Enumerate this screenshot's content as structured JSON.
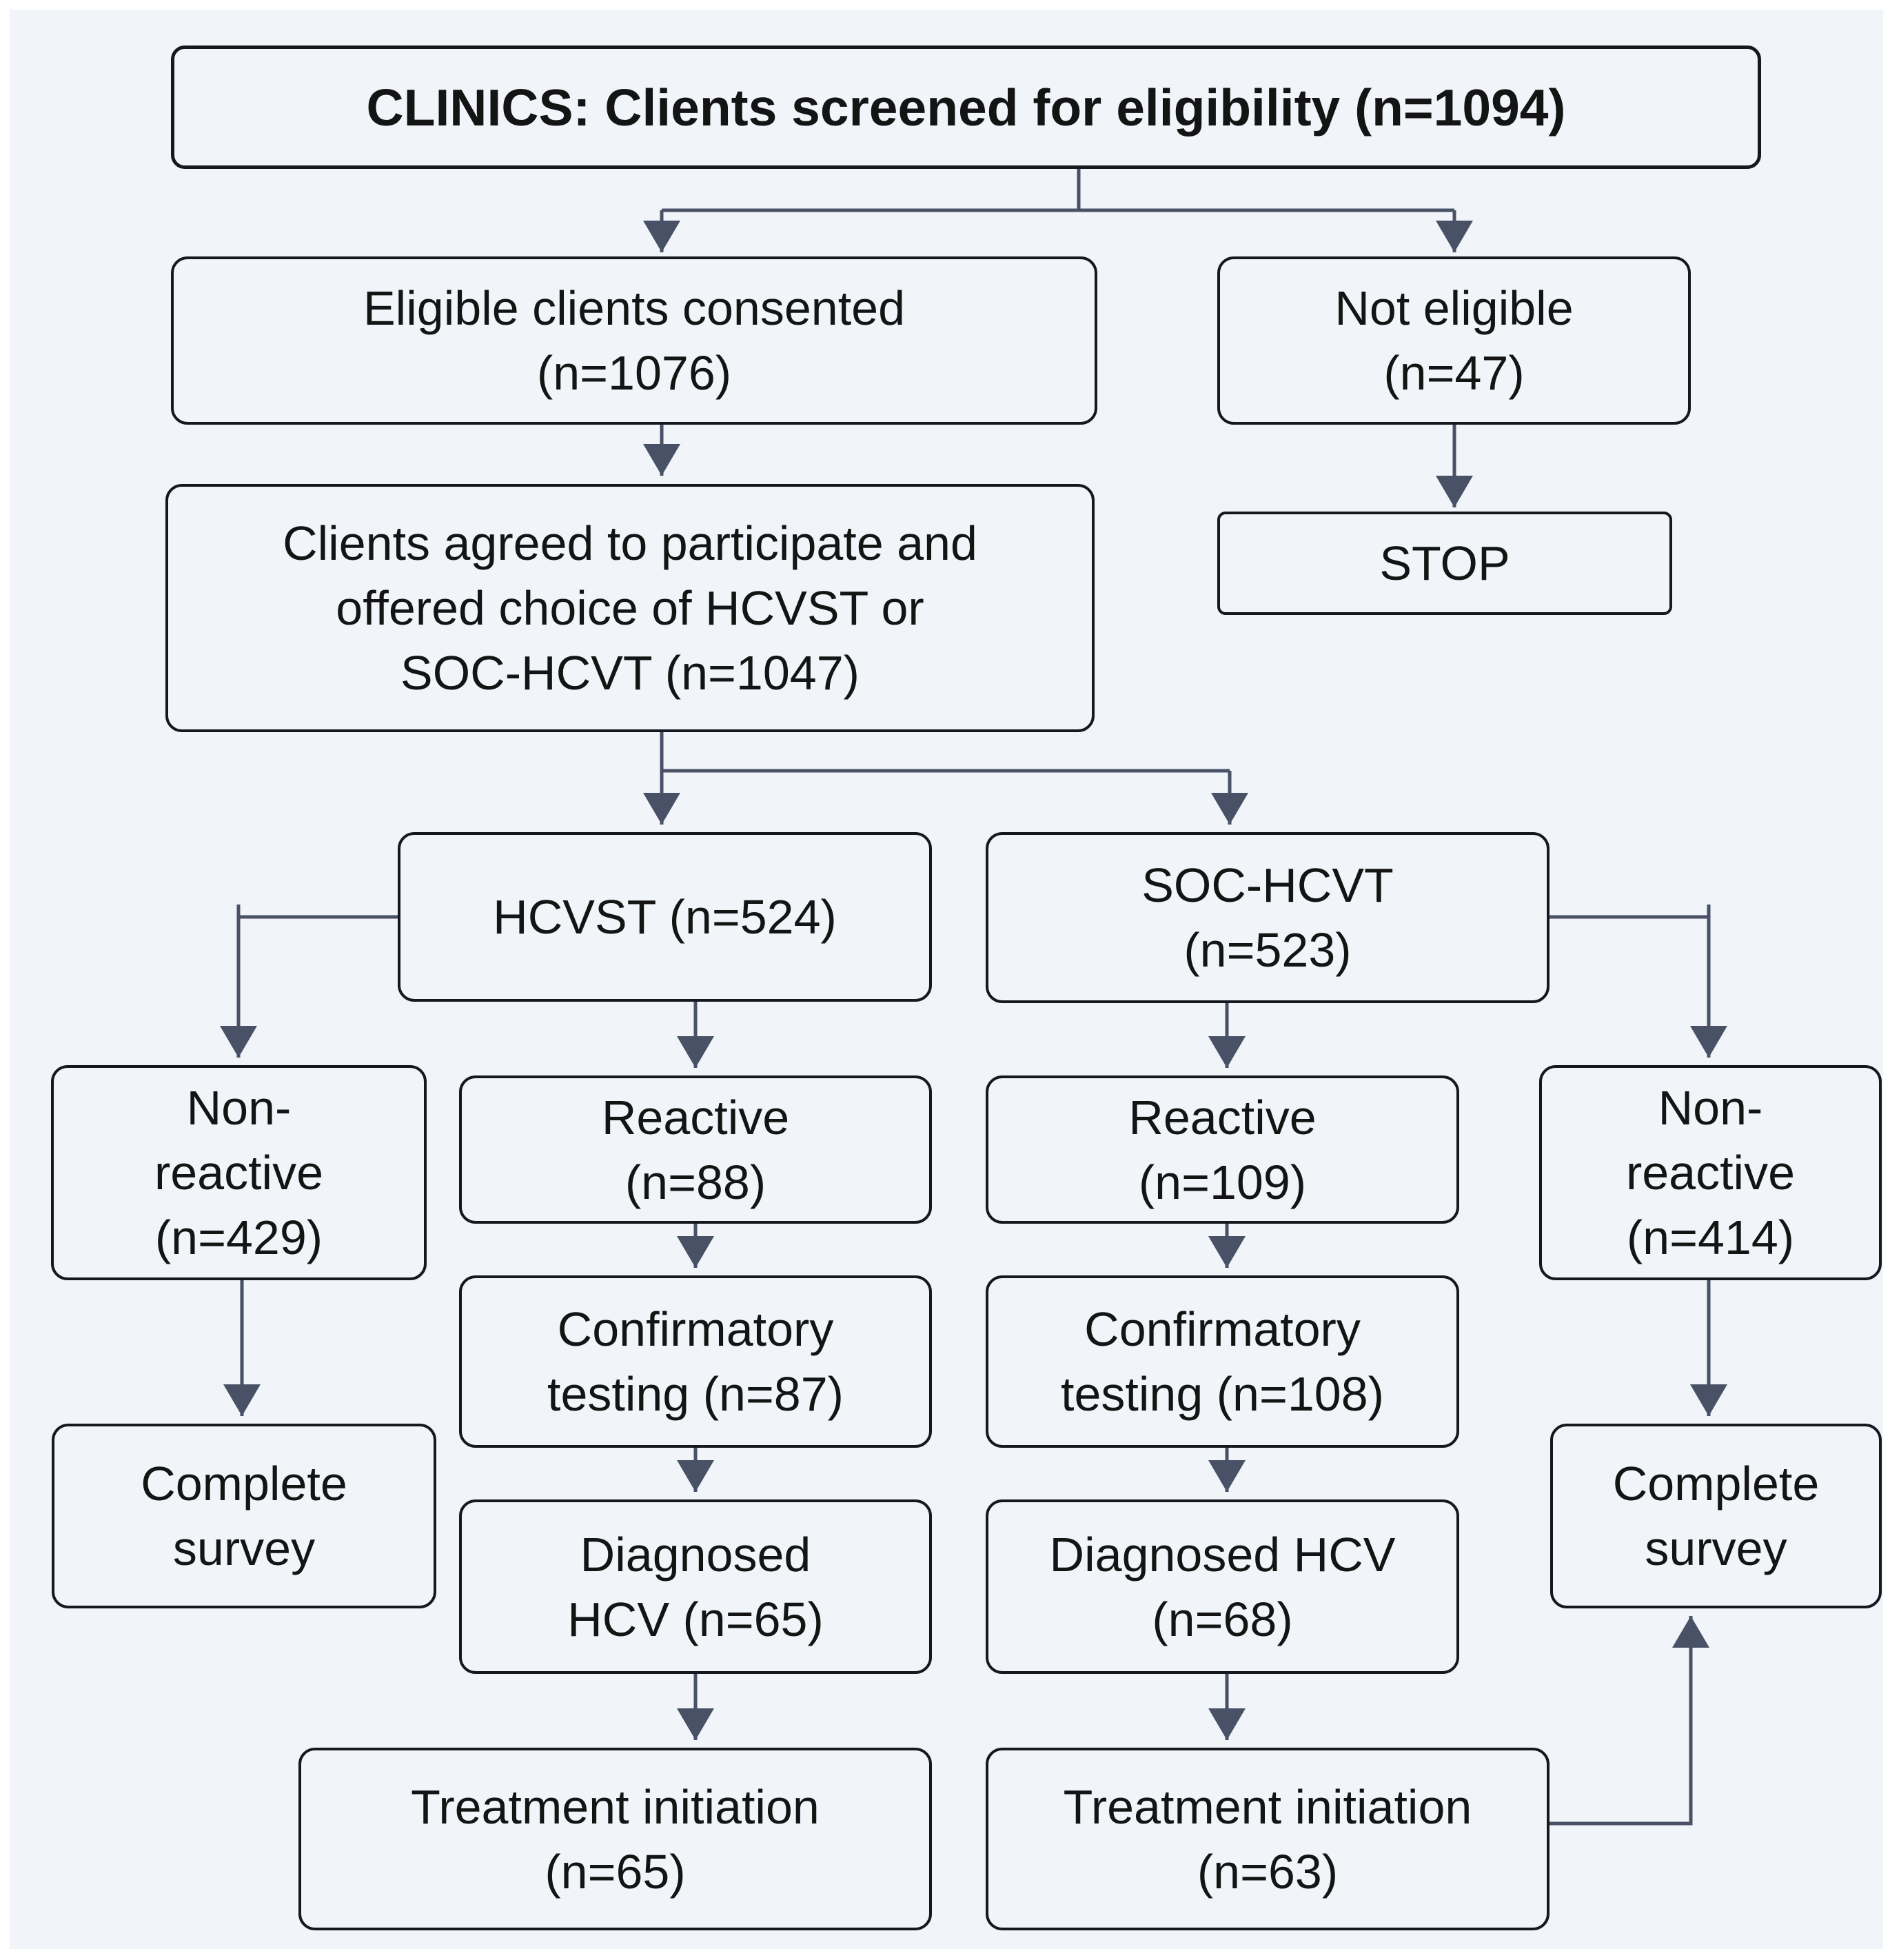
{
  "theme": {
    "background": "#ffffff",
    "canvas": "#f1f4f9",
    "box_fill": "#f1f4f9",
    "border": "#14181f",
    "line": "#485166",
    "text": "#141414"
  },
  "diagram": {
    "type": "flowchart",
    "title": "CLINICS: Clients screened for eligibility (n=1094)"
  },
  "nodes": {
    "clinics": {
      "lines": [
        "CLINICS: Clients screened for eligibility (n=1094)"
      ],
      "n": 1094
    },
    "eligible": {
      "lines": [
        "Eligible clients consented",
        "(n=1076)"
      ],
      "n": 1076
    },
    "not_eligible": {
      "lines": [
        "Not eligible",
        "(n=47)"
      ],
      "n": 47
    },
    "agreed": {
      "lines": [
        "Clients agreed to participate and",
        "offered choice of HCVST or",
        "SOC-HCVT (n=1047)"
      ],
      "n": 1047
    },
    "stop": {
      "lines": [
        "STOP"
      ]
    },
    "hcvst": {
      "lines": [
        "HCVST (n=524)"
      ],
      "n": 524
    },
    "soc_hcvt": {
      "lines": [
        "SOC-HCVT",
        "(n=523)"
      ],
      "n": 523
    },
    "nonreactive_hcvst": {
      "lines": [
        "Non-",
        "reactive",
        "(n=429)"
      ],
      "n": 429
    },
    "reactive_hcvst": {
      "lines": [
        "Reactive",
        "(n=88)"
      ],
      "n": 88
    },
    "reactive_soc": {
      "lines": [
        "Reactive",
        "(n=109)"
      ],
      "n": 109
    },
    "nonreactive_soc": {
      "lines": [
        "Non-",
        "reactive",
        "(n=414)"
      ],
      "n": 414
    },
    "confirm_hcvst": {
      "lines": [
        "Confirmatory",
        "testing (n=87)"
      ],
      "n": 87
    },
    "confirm_soc": {
      "lines": [
        "Confirmatory",
        "testing (n=108)"
      ],
      "n": 108
    },
    "complete_hcvst": {
      "lines": [
        "Complete",
        "survey"
      ]
    },
    "diagnosed_hcvst": {
      "lines": [
        "Diagnosed",
        "HCV (n=65)"
      ],
      "n": 65
    },
    "diagnosed_soc": {
      "lines": [
        "Diagnosed HCV",
        "(n=68)"
      ],
      "n": 68
    },
    "complete_soc": {
      "lines": [
        "Complete",
        "survey"
      ]
    },
    "treatment_hcvst": {
      "lines": [
        "Treatment initiation",
        "(n=65)"
      ],
      "n": 65
    },
    "treatment_soc": {
      "lines": [
        "Treatment initiation",
        "(n=63)"
      ],
      "n": 63
    }
  }
}
